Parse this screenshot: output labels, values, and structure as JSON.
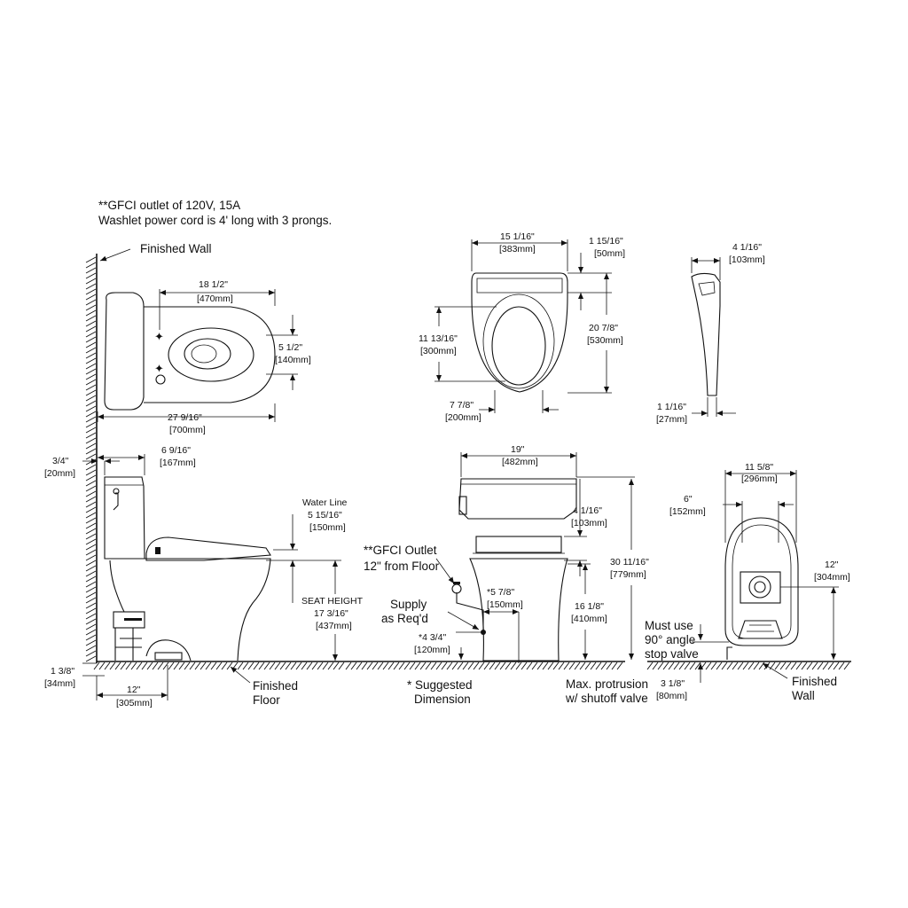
{
  "notes": {
    "gfci_outlet": "**GFCI outlet of 120V, 15A",
    "power_cord": "Washlet power cord is 4' long with 3 prongs."
  },
  "plan_view": {
    "finished_wall": "Finished Wall",
    "dim_18_half": "18 1/2\"",
    "dim_18_half_mm": "[470mm]",
    "dim_5_half": "5 1/2\"",
    "dim_5_half_mm": "[140mm]",
    "dim_27": "27 9/16\"",
    "dim_27_mm": "[700mm]"
  },
  "side_view": {
    "dim_3_4": "3/4\"",
    "dim_3_4_mm": "[20mm]",
    "dim_6_9": "6 9/16\"",
    "dim_6_9_mm": "[167mm]",
    "water_line": "Water Line",
    "dim_5_15": "5 15/16\"",
    "dim_5_15_mm": "[150mm]",
    "seat_height": "SEAT HEIGHT",
    "dim_17": "17 3/16\"",
    "dim_17_mm": "[437mm]",
    "dim_1_3_8": "1 3/8\"",
    "dim_1_3_8_mm": "[34mm]",
    "dim_12": "12\"",
    "dim_12_mm": "[305mm]",
    "finished_floor_1": "Finished",
    "finished_floor_2": "Floor"
  },
  "seat_top_view": {
    "dim_15": "15 1/16\"",
    "dim_15_mm": "[383mm]",
    "dim_1_15": "1 15/16\"",
    "dim_1_15_mm": "[50mm]",
    "dim_11": "11 13/16\"",
    "dim_11_mm": "[300mm]",
    "dim_20": "20 7/8\"",
    "dim_20_mm": "[530mm]",
    "dim_7_7": "7 7/8\"",
    "dim_7_7_mm": "[200mm]"
  },
  "seat_side_view": {
    "dim_4_1": "4 1/16\"",
    "dim_4_1_mm": "[103mm]",
    "dim_1_1": "1 1/16\"",
    "dim_1_1_mm": "[27mm]"
  },
  "front_view": {
    "dim_19": "19\"",
    "dim_19_mm": "[482mm]",
    "dim_4_1": "4 1/16\"",
    "dim_4_1_mm": "[103mm]",
    "gfci_1": "**GFCI Outlet",
    "gfci_2": "12\" from Floor",
    "dim_30": "30 11/16\"",
    "dim_30_mm": "[779mm]",
    "supply_1": "Supply",
    "supply_2": "as Req'd",
    "dim_5_7": "*5 7/8\"",
    "dim_5_7_mm": "[150mm]",
    "dim_16": "16 1/8\"",
    "dim_16_mm": "[410mm]",
    "dim_4_3": "*4 3/4\"",
    "dim_4_3_mm": "[120mm]",
    "suggested_1": "* Suggested",
    "suggested_2": "Dimension",
    "max_1": "Max. protrusion",
    "max_2": "w/ shutoff valve"
  },
  "rear_view": {
    "dim_11_5": "11 5/8\"",
    "dim_11_5_mm": "[296mm]",
    "dim_6": "6\"",
    "dim_6_mm": "[152mm]",
    "dim_12": "12\"",
    "dim_12_mm": "[304mm]",
    "must_1": "Must use",
    "must_2": "90° angle",
    "must_3": "stop valve",
    "dim_3_1": "3 1/8\"",
    "dim_3_1_mm": "[80mm]",
    "finished_wall_1": "Finished",
    "finished_wall_2": "Wall"
  }
}
